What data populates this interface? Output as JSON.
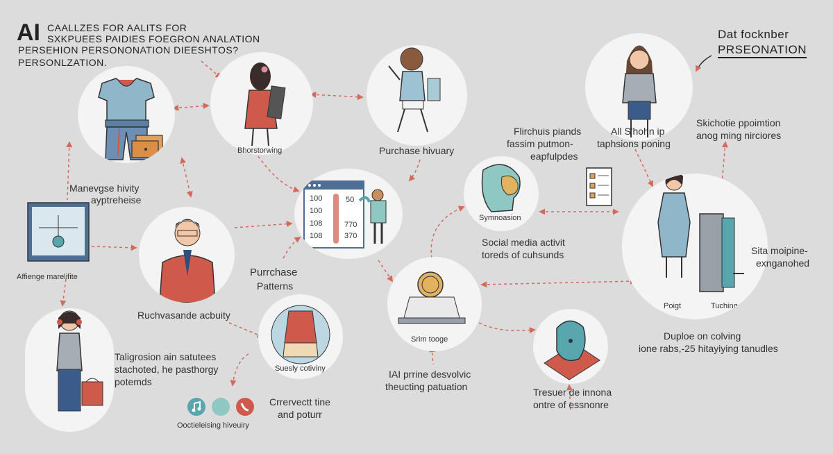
{
  "header": {
    "ai": "AI",
    "line1": "CAALLZES FOR AALITS FOR",
    "line2": "SXKPUEES PAIDIES FOEGRON ANALATION",
    "line3": "PERSEHION PERSONONATION DIEESHTOS?",
    "line4": "PERSONLZATION."
  },
  "top_right": {
    "line1": "Dat focknber",
    "line2": "PRSEONATION"
  },
  "nodes": {
    "clothing": {
      "label1": "Manevgse hivity",
      "label2": "ayptreheise"
    },
    "browsing": {
      "label": "Bhorstorwing"
    },
    "purchase_history": {
      "label": "Purchase hivuary"
    },
    "woman_top": {
      "label1": "All S'hohn ip",
      "label2": "taphsions poning"
    },
    "skichotie": {
      "label1": "Skichotie ppoimtion",
      "label2": "anog ming nirciores"
    },
    "flirchuis": {
      "label1": "Flirchuis piands",
      "label2": "fassim putmon-",
      "label3": "eapfulpdes"
    },
    "screen": {
      "label": "Affienge marelifite"
    },
    "man": {
      "label": "Ruchvasande acbuity"
    },
    "computer": {
      "rows": [
        "100",
        "100",
        "108",
        "108"
      ],
      "right": [
        "50",
        "770",
        "370"
      ]
    },
    "purchase_patterns": {
      "label1": "Purrchase",
      "label2": "Patterns"
    },
    "head": {
      "label": "Symnoasion"
    },
    "social": {
      "label1": "Social media activit",
      "label2": "toreds of cuhsunds"
    },
    "dress": {
      "left": "Poigt",
      "right": "Tuching",
      "side1": "Sita moipine-",
      "side2": "exnganohed"
    },
    "duplicate": {
      "label1": "Duploe on colving",
      "label2": "ione rabs,-25 hitayiying tanudles"
    },
    "coin": {
      "label": "Srim tooge"
    },
    "iai": {
      "label1": "IAI prrine desvolvic",
      "label2": "theucting patuation"
    },
    "treasure": {
      "label1": "Tresuer de innona",
      "label2": "ontre of essnonre"
    },
    "girl": {
      "label1": "Taligrosion ain satutees",
      "label2": "stachoted, he pasthorgy",
      "label3": "potemds"
    },
    "shirt": {
      "label": "Suesly cotiviny"
    },
    "icons": {
      "label": "Ooctieleising hiveuiry"
    },
    "crrervet": {
      "label1": "Crrervectt tine",
      "label2": "and poturr"
    }
  },
  "colors": {
    "background": "#dcdcdc",
    "node": "#f4f4f4",
    "arrow": "#d46a5a",
    "accent_red": "#cf5a4b",
    "accent_teal": "#5aa6ae",
    "accent_blue": "#7ca3c4"
  }
}
